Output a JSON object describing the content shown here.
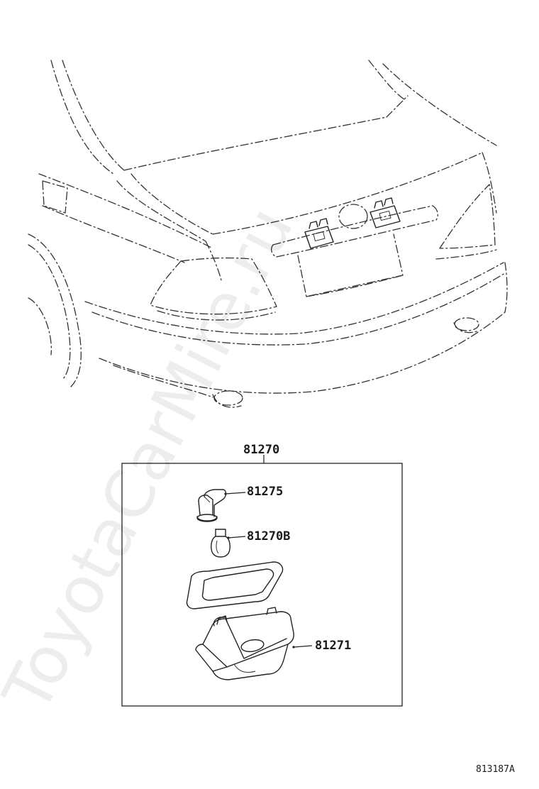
{
  "watermark": "ToyotaCarMire.ru",
  "parts": {
    "assembly": "81270",
    "socket": "81275",
    "bulb": "81270B",
    "lens": "81271"
  },
  "reference": "813187A"
}
